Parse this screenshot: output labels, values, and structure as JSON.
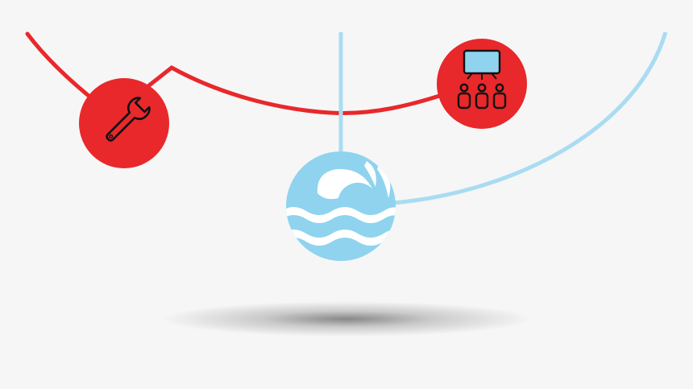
{
  "colors": {
    "background": "#f6f6f6",
    "red": "#e8282b",
    "blue_light": "#8fd3ef",
    "blue_mid": "#a9dcf2",
    "icon_stroke": "#111111",
    "white": "#ffffff"
  },
  "nodes": [
    {
      "name": "wrench-node",
      "icon": "wrench-icon"
    },
    {
      "name": "meeting-node",
      "icon": "presentation-audience-icon"
    },
    {
      "name": "water-node",
      "icon": "water-waves-icon"
    }
  ]
}
